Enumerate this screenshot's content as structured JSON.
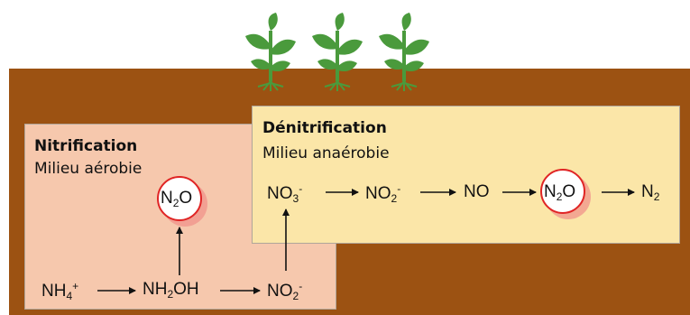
{
  "nitrification": {
    "title": "Nitrification",
    "subtitle": "Milieu aérobie",
    "nh4": {
      "base": "NH",
      "sub": "4",
      "sup": "+"
    },
    "nh2oh": {
      "a": "NH",
      "sub": "2",
      "b": "OH"
    },
    "no2": {
      "base": "NO",
      "sub": "2",
      "sup": "-"
    },
    "n2o": {
      "a": "N",
      "sub": "2",
      "b": "O"
    }
  },
  "denitrification": {
    "title": "Dénitrification",
    "subtitle": "Milieu anaérobie",
    "no3": {
      "base": "NO",
      "sub": "3",
      "sup": "-"
    },
    "no2": {
      "base": "NO",
      "sub": "2",
      "sup": "-"
    },
    "no": "NO",
    "n2o": {
      "a": "N",
      "sub": "2",
      "b": "O"
    },
    "n2": {
      "base": "N",
      "sub": "2"
    }
  },
  "colors": {
    "soil": "#9c5212",
    "plant": "#4a9a3c",
    "nitrification_panel": "#f6c8ad",
    "denitrification_panel": "#fbe6a8",
    "highlight_ring": "#e02525"
  },
  "icons": {
    "plant": "seedling-icon"
  }
}
